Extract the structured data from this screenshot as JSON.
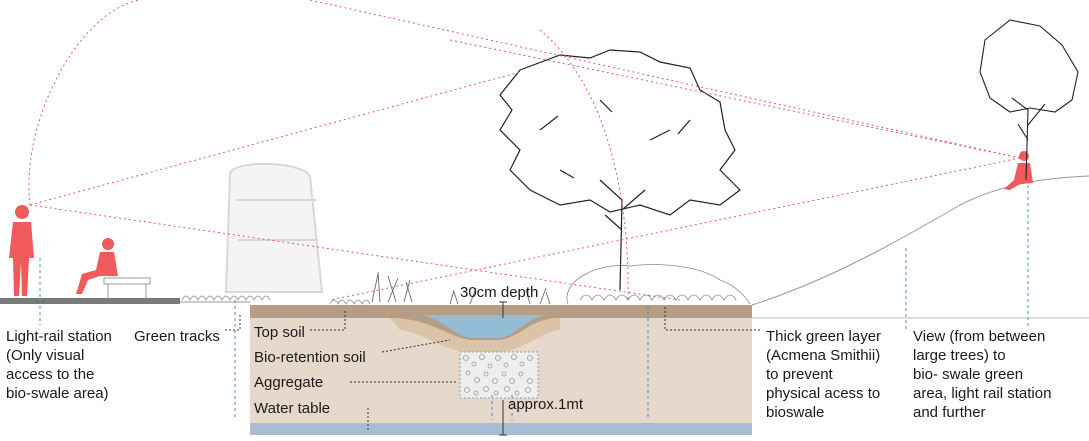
{
  "labels": {
    "station": [
      "Light-rail station",
      "(Only visual",
      "access to the",
      "bio-swale area)"
    ],
    "green_tracks": "Green tracks",
    "top_soil": "Top soil",
    "bio_soil": "Bio-retention soil",
    "aggregate": "Aggregate",
    "water_table": "Water table",
    "depth_30": "30cm depth",
    "depth_1m": "approx.1mt",
    "green_layer": [
      "Thick green layer",
      "(Acmena Smithii)",
      "to prevent",
      "physical acess to",
      "bioswale"
    ],
    "view": [
      "View (from between",
      "large trees) to",
      "bio- swale green",
      "area, light rail station",
      "and further"
    ]
  },
  "colors": {
    "figure": "#f05a5a",
    "sight_line": "#e85a5a",
    "leader_line": "#4a90c8",
    "soil_base": "#e6d8cb",
    "top_soil": "#b59c85",
    "bio_soil": "#dbc3a8",
    "water": "#8fc0e0",
    "water_table": "#a9bcd3",
    "aggregate": "#d9d9d9"
  }
}
